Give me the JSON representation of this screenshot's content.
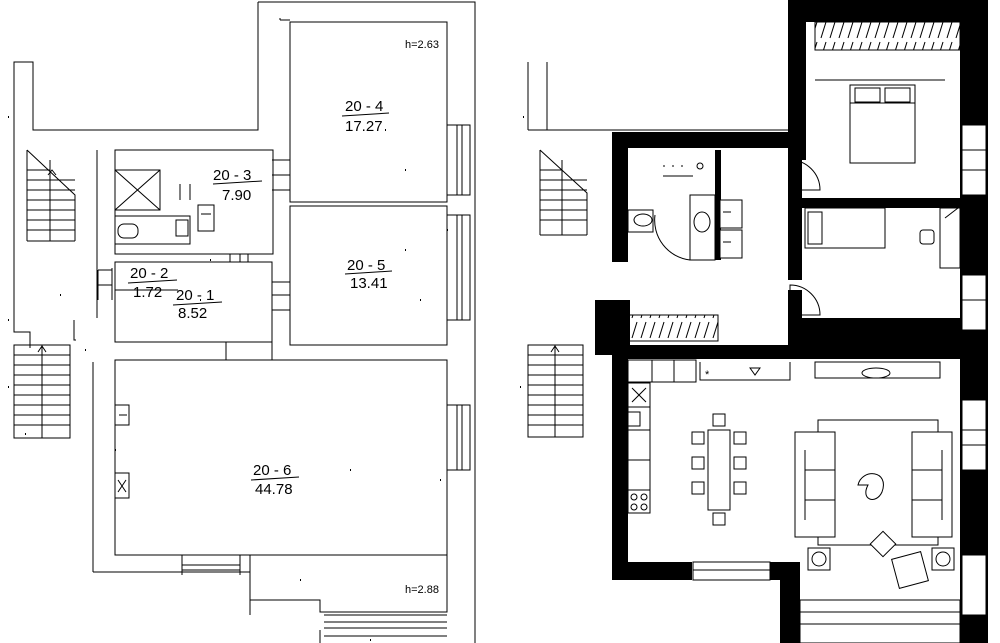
{
  "plan": {
    "rooms": [
      {
        "id": "20-1",
        "label": "20 - 1",
        "area": "8.52"
      },
      {
        "id": "20-2",
        "label": "20 - 2",
        "area": "1.72"
      },
      {
        "id": "20-3",
        "label": "20 - 3",
        "area": "7.90"
      },
      {
        "id": "20-4",
        "label": "20 - 4",
        "area": "17.27"
      },
      {
        "id": "20-5",
        "label": "20 - 5",
        "area": "13.41"
      },
      {
        "id": "20-6",
        "label": "20 - 6",
        "area": "44.78"
      }
    ],
    "heights": {
      "upper": "h=2.63",
      "lower": "h=2.88"
    }
  }
}
